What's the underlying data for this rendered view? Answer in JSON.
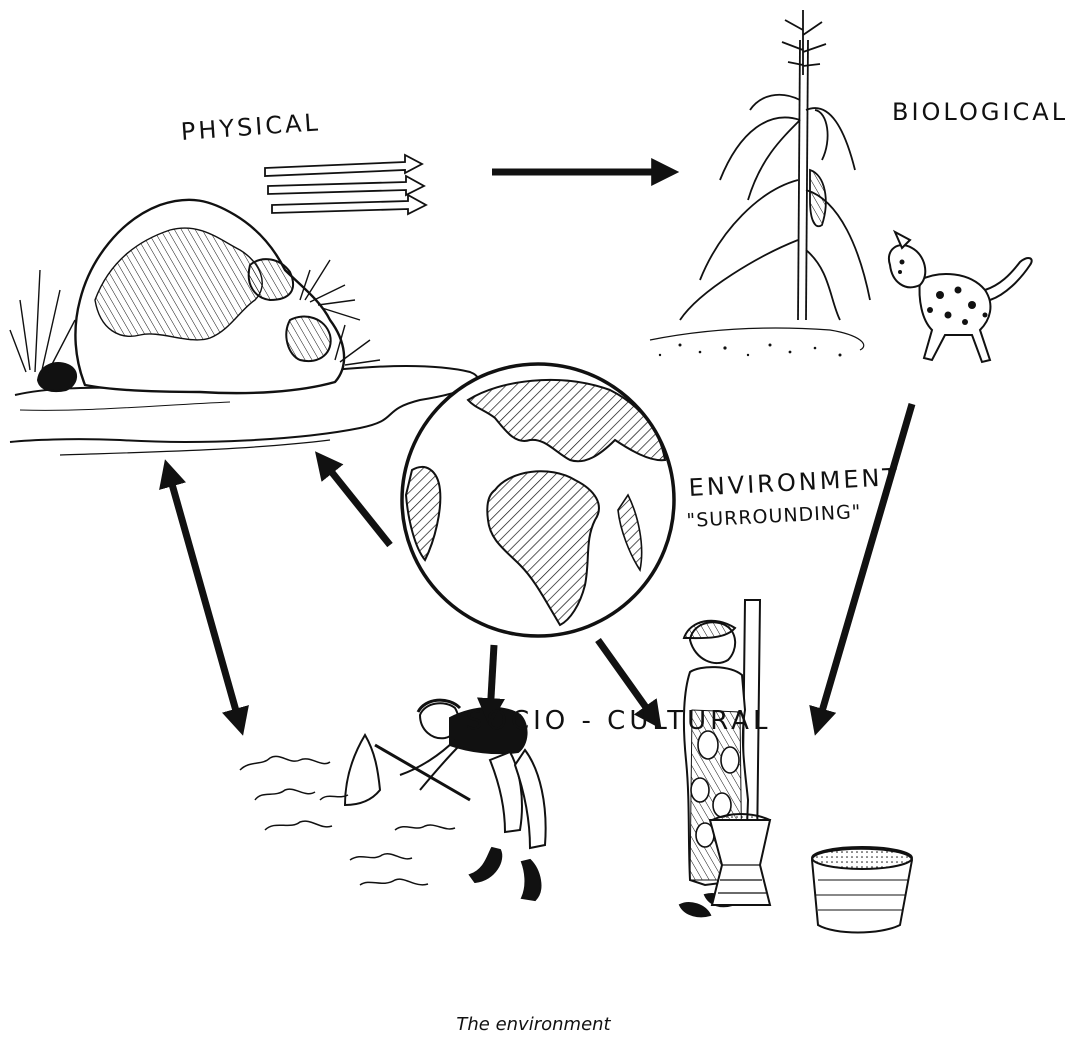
{
  "labels": {
    "physical": "Physical",
    "biological": "Biological",
    "environment": "Environment",
    "surrounding": "\"Surrounding\"",
    "socio_cultural": "Socio - Cultural"
  },
  "caption": "The environment",
  "colors": {
    "ink": "#111111",
    "background": "#ffffff"
  }
}
